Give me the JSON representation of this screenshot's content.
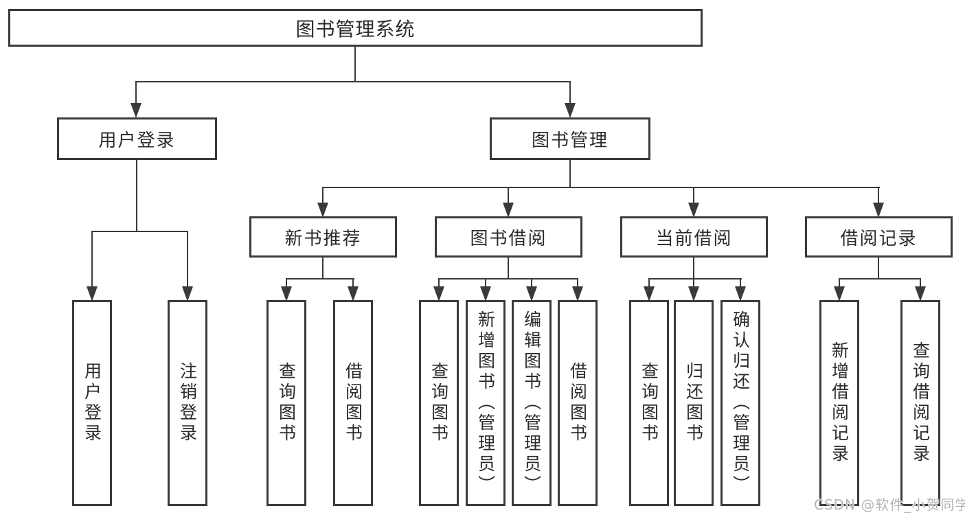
{
  "nodes": {
    "root": "图书管理系统",
    "level2": [
      "用户登录",
      "图书管理"
    ],
    "level3": [
      "新书推荐",
      "图书借阅",
      "当前借阅",
      "借阅记录"
    ],
    "leaves": [
      "用户登录",
      "注销登录",
      "查询图书",
      "借阅图书",
      "查询图书",
      "新增图书（管理员）",
      "编辑图书（管理员）",
      "借阅图书",
      "查询图书",
      "归还图书",
      "确认归还（管理员）",
      "新增借阅记录",
      "查询借阅记录"
    ]
  },
  "watermark": "CSDN @软件_小贺同学",
  "colors": {
    "line": "#3a3a3a",
    "text": "#2b2b2b",
    "watermark": "#b5b5b5",
    "background": "#ffffff"
  }
}
